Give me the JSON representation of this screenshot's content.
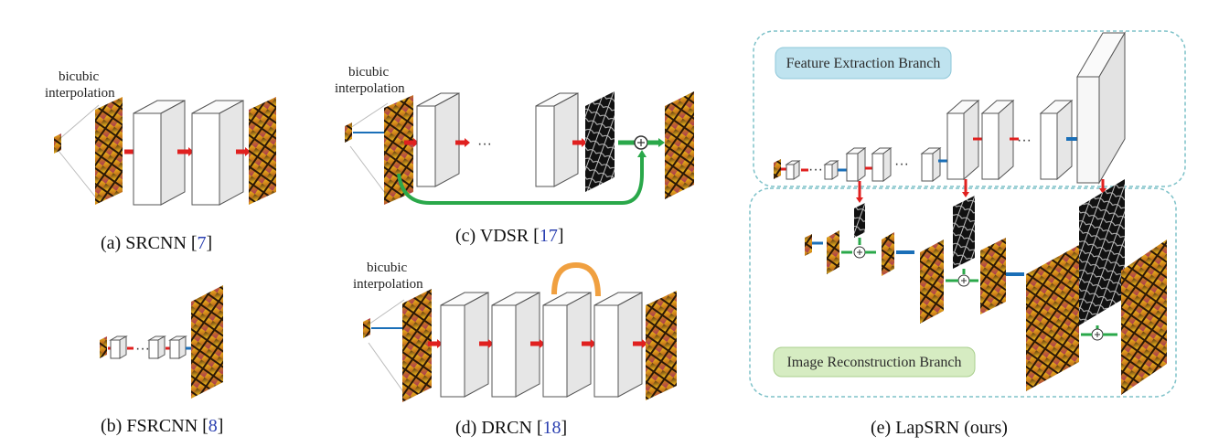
{
  "labels": {
    "bicubic": "bicubic",
    "interpolation": "interpolation",
    "ellipsis": "···"
  },
  "panels": {
    "a": {
      "caption": "(a) SRCNN [",
      "ref": "7",
      "close": "]"
    },
    "b": {
      "caption": "(b) FSRCNN [",
      "ref": "8",
      "close": "]"
    },
    "c": {
      "caption": "(c) VDSR [",
      "ref": "17",
      "close": "]"
    },
    "d": {
      "caption": "(d) DRCN [",
      "ref": "18",
      "close": "]"
    },
    "e": {
      "caption": "(e) LapSRN (ours)",
      "feature_branch": "Feature Extraction Branch",
      "reconstruction_branch": "Image Reconstruction Branch"
    }
  },
  "colors": {
    "conv_arrow": "#e0201f",
    "upsample_arrow": "#1a6fb8",
    "skip_connection": "#2aa84a",
    "recursive_loop": "#f0a040",
    "branch_box_border": "#7fc2c9",
    "branch_label_fill": "#bfe3ef"
  }
}
